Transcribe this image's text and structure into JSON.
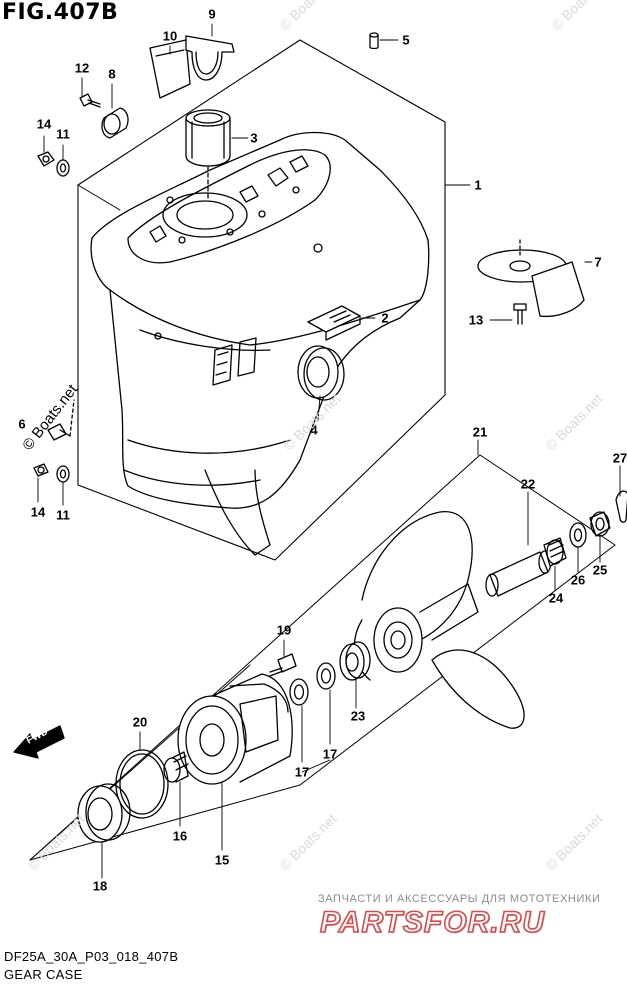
{
  "figure": {
    "title": "FIG.407B",
    "code": "DF25A_30A_P03_018_407B",
    "name": "GEAR CASE"
  },
  "callouts": [
    "1",
    "2",
    "3",
    "4",
    "5",
    "6",
    "7",
    "8",
    "9",
    "10",
    "11",
    "11",
    "12",
    "13",
    "14",
    "14",
    "15",
    "16",
    "17",
    "17",
    "18",
    "19",
    "20",
    "21",
    "22",
    "23",
    "24",
    "25",
    "26",
    "27"
  ],
  "direction_label": "FWD",
  "watermark": {
    "text": "© Boats.net"
  },
  "brand": {
    "tagline": "ЗАПЧАСТИ И АКСЕССУАРЫ ДЛЯ МОТОТЕХНИКИ",
    "logo_text": "PARTSFOR.RU"
  }
}
